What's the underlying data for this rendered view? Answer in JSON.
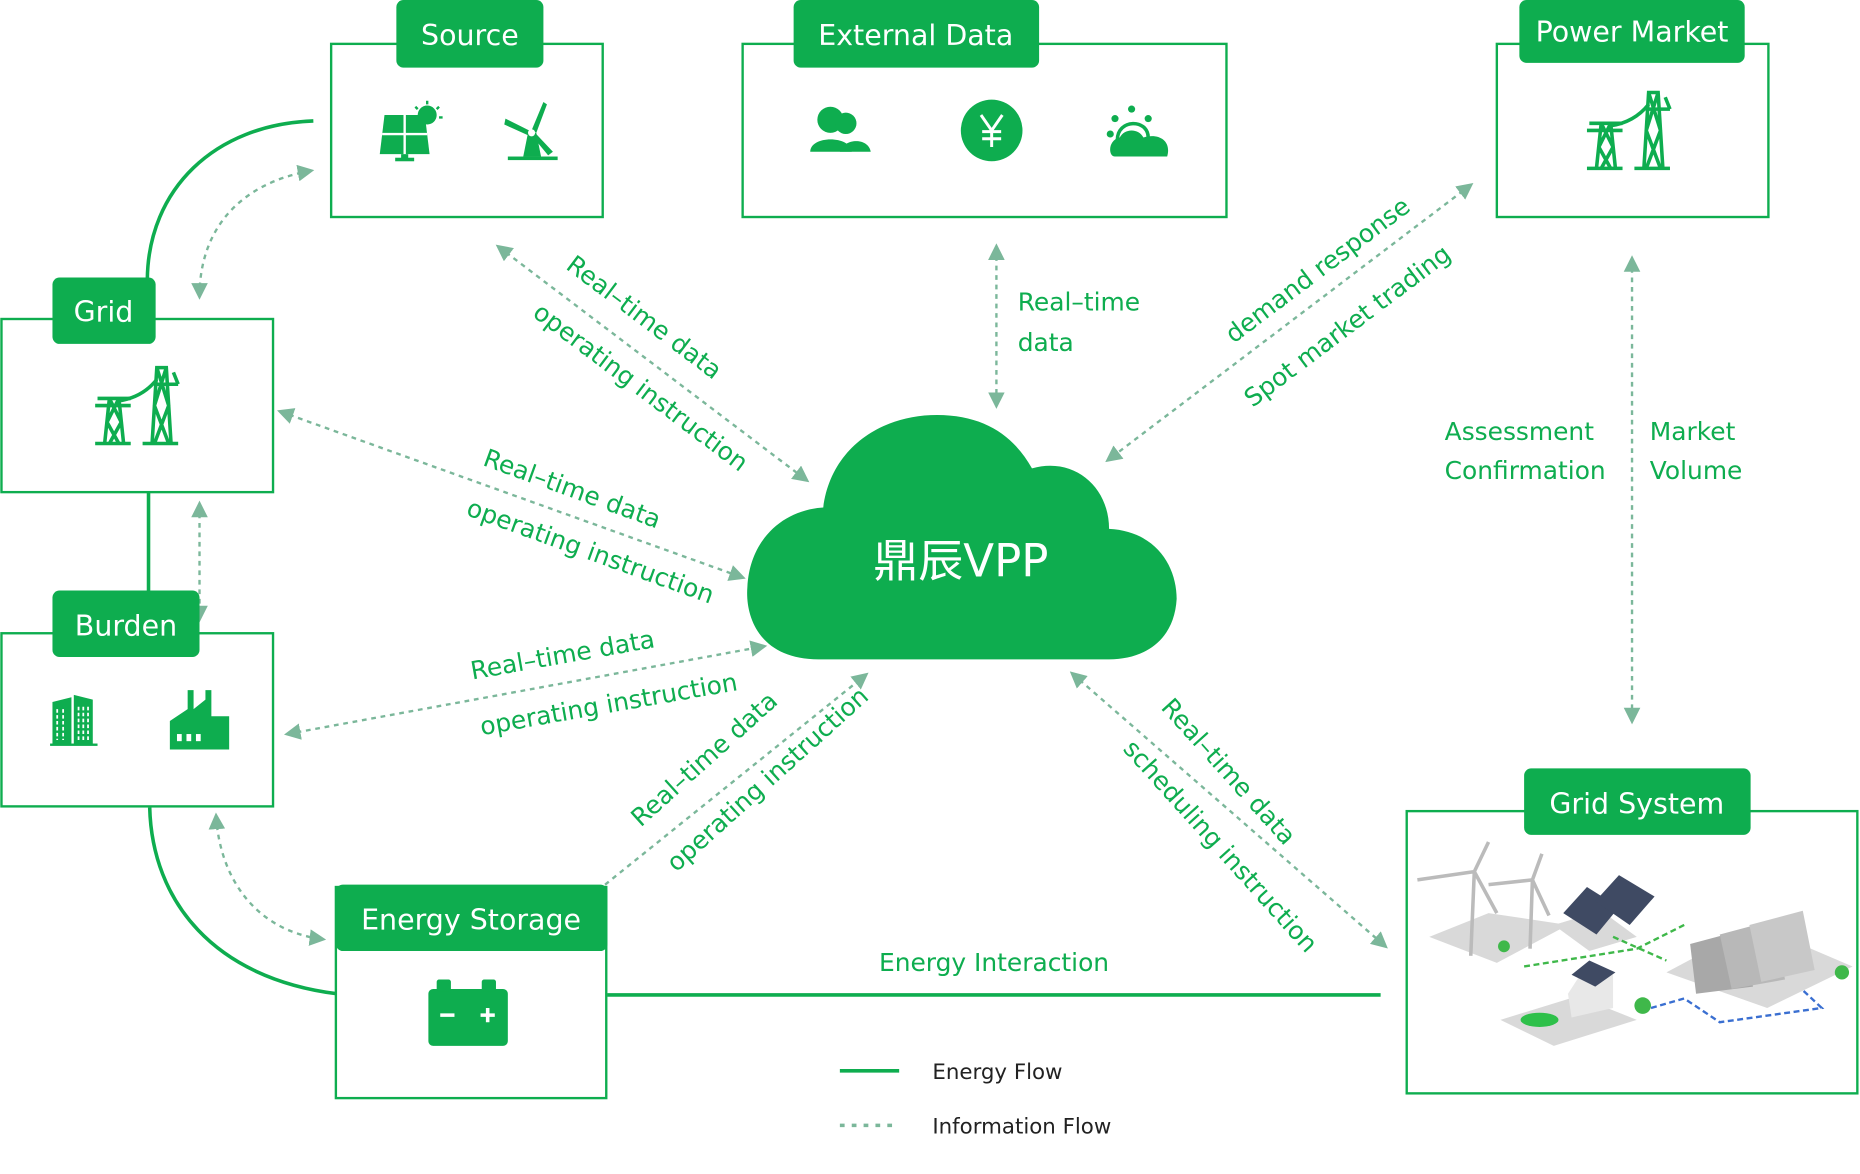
{
  "colors": {
    "brand": "#0ead4f",
    "info_arrow": "#7bb79a",
    "legend_text": "#222222"
  },
  "center": {
    "label": "鼎辰VPP"
  },
  "nodes": {
    "source": {
      "label": "Source",
      "icons": [
        "solar-panel-icon",
        "wind-turbine-icon"
      ]
    },
    "external_data": {
      "label": "External Data",
      "icons": [
        "users-icon",
        "yen-coin-icon",
        "sun-cloud-icon"
      ]
    },
    "power_market": {
      "label": "Power Market",
      "icons": [
        "power-tower-icon"
      ]
    },
    "grid": {
      "label": "Grid",
      "icons": [
        "power-tower-icon"
      ]
    },
    "burden": {
      "label": "Burden",
      "icons": [
        "office-building-icon",
        "factory-icon"
      ]
    },
    "energy_storage": {
      "label": "Energy Storage",
      "icons": [
        "battery-icon"
      ]
    },
    "grid_system": {
      "label": "Grid System",
      "image": "grid-system-illustration"
    }
  },
  "flows": {
    "source_vpp": {
      "line1": "Real–time data",
      "line2": "operating instruction"
    },
    "external_vpp": {
      "line1": "Real–time",
      "line2": "data"
    },
    "market_vpp": {
      "line1": "demand response",
      "line2": "Spot market trading"
    },
    "grid_vpp": {
      "line1": "Real–time data",
      "line2": "operating instruction"
    },
    "burden_vpp": {
      "line1": "Real–time data",
      "line2": "operating instruction"
    },
    "storage_vpp": {
      "line1": "Real–time data",
      "line2": "operating instruction"
    },
    "vpp_gridsystem": {
      "line1": "Real–time data",
      "line2": "scheduling instruction"
    },
    "market_gridsystem": {
      "left1": "Assessment",
      "left2": "Confirmation",
      "right1": "Market",
      "right2": "Volume"
    },
    "energy_interaction": "Energy Interaction"
  },
  "legend": [
    {
      "type": "solid",
      "label": "Energy Flow"
    },
    {
      "type": "dashed",
      "label": "Information Flow"
    }
  ]
}
